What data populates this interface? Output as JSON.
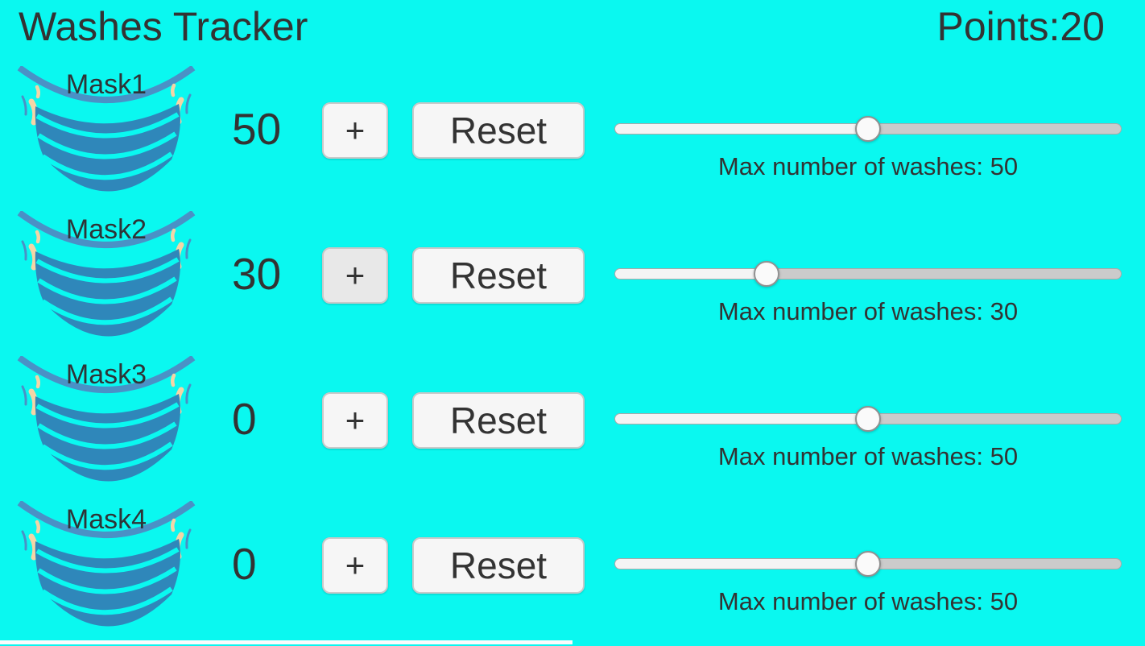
{
  "header": {
    "title": "Washes Tracker",
    "points_label": "Points:",
    "points_value": "20"
  },
  "colors": {
    "background": "#0af8f0",
    "text": "#333333",
    "button_background": "#f6f6f6",
    "button_border": "#c9c9c9",
    "button_pressed_background": "#e8e8e8",
    "slider_filled": "#f4f4f4",
    "slider_remaining": "#cbcbcb",
    "slider_thumb": "#fafafa",
    "mask_body": "#2f87ba",
    "mask_strap": "#4a91c6",
    "mask_ear_loop": "#f4d5a6"
  },
  "rows": [
    {
      "name": "Mask1",
      "count": "50",
      "plus_label": "+",
      "reset_label": "Reset",
      "max_label": "Max number of washes: 50",
      "slider_percent": 50,
      "plus_pressed": false
    },
    {
      "name": "Mask2",
      "count": "30",
      "plus_label": "+",
      "reset_label": "Reset",
      "max_label": "Max number of washes: 30",
      "slider_percent": 30,
      "plus_pressed": true
    },
    {
      "name": "Mask3",
      "count": "0",
      "plus_label": "+",
      "reset_label": "Reset",
      "max_label": "Max number of washes: 50",
      "slider_percent": 50,
      "plus_pressed": false
    },
    {
      "name": "Mask4",
      "count": "0",
      "plus_label": "+",
      "reset_label": "Reset",
      "max_label": "Max number of washes: 50",
      "slider_percent": 50,
      "plus_pressed": false
    }
  ]
}
